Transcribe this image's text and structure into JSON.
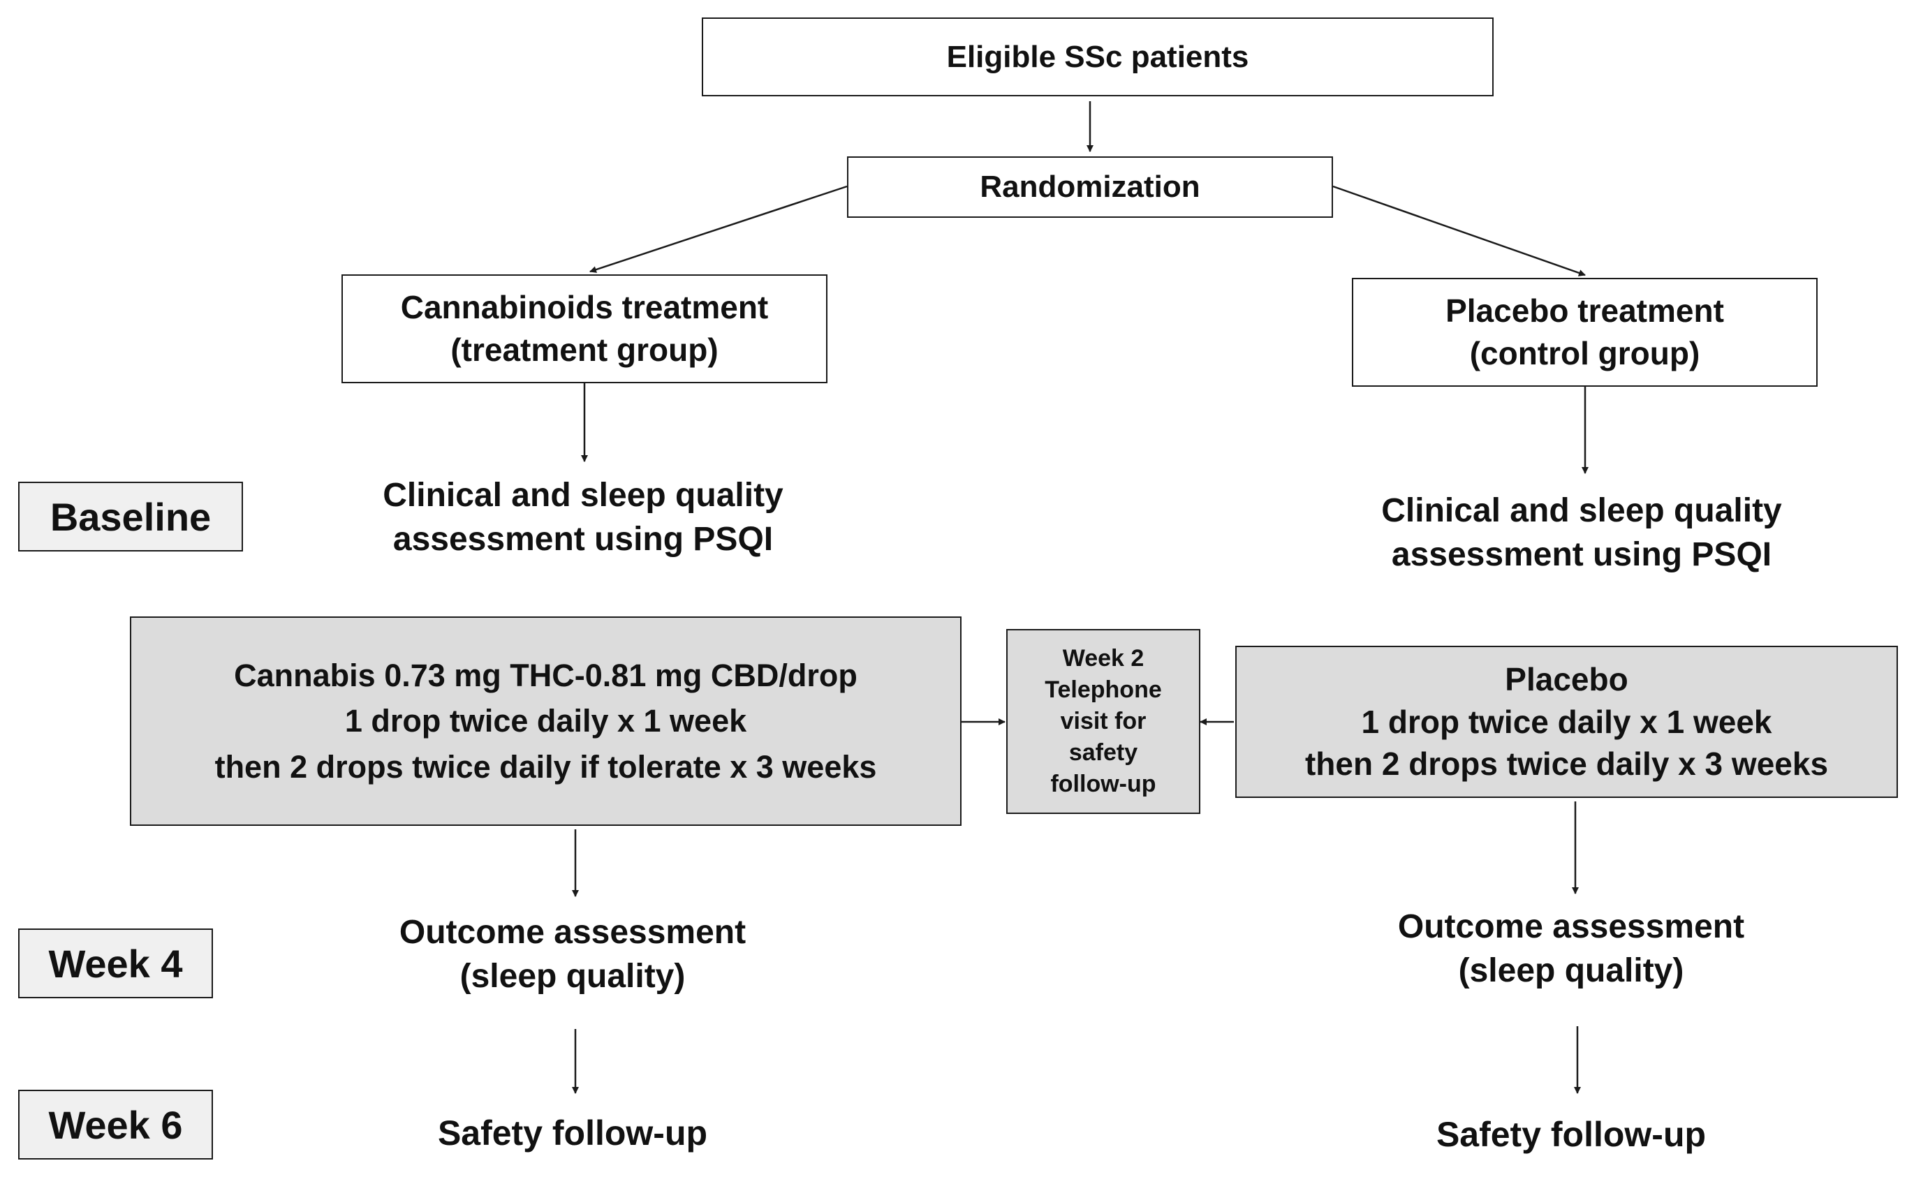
{
  "nodes": {
    "eligible": "Eligible SSc patients",
    "randomization": "Randomization",
    "treatment_arm": [
      "Cannabinoids treatment",
      "(treatment group)"
    ],
    "control_arm": [
      "Placebo treatment",
      "(control group)"
    ],
    "baseline_left": [
      "Clinical and sleep quality",
      "assessment using PSQI"
    ],
    "baseline_right": [
      "Clinical and sleep quality",
      "assessment using PSQI"
    ],
    "cannabis_regimen": [
      "Cannabis 0.73 mg THC-0.81 mg CBD/drop",
      "1 drop twice daily x 1 week",
      "then 2 drops twice daily if tolerate x 3 weeks"
    ],
    "placebo_regimen": [
      "Placebo",
      "1 drop twice daily x 1 week",
      "then 2 drops twice daily x 3 weeks"
    ],
    "week2_visit": [
      "Week 2",
      "Telephone",
      "visit for",
      "safety",
      "follow-up"
    ],
    "outcome_left": [
      "Outcome assessment",
      "(sleep quality)"
    ],
    "outcome_right": [
      "Outcome assessment",
      "(sleep quality)"
    ],
    "safety_left": "Safety follow-up",
    "safety_right": "Safety follow-up"
  },
  "timepoints": {
    "baseline": "Baseline",
    "week4": "Week 4",
    "week6": "Week 6"
  },
  "colors": {
    "regimen_fill": "#dcdcdc",
    "timepoint_fill": "#f0f0f0",
    "stroke": "#1a1a1a"
  }
}
